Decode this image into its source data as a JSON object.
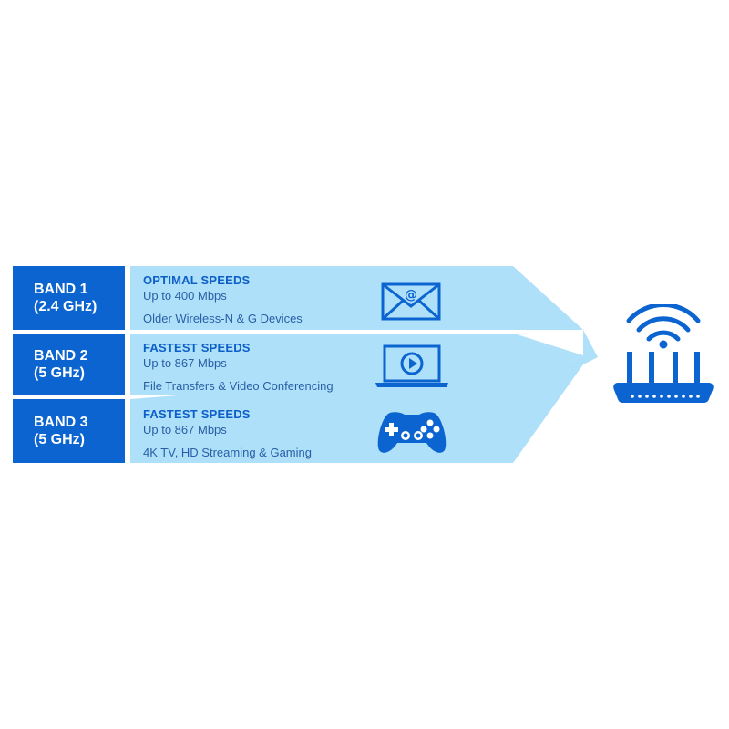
{
  "bands": [
    {
      "label_line1": "BAND 1",
      "label_line2": "(2.4 GHz)",
      "title": "OPTIMAL SPEEDS",
      "speed": "Up to 400 Mbps",
      "use": "Older Wireless-N & G Devices",
      "icon": "email-envelope-icon"
    },
    {
      "label_line1": "BAND 2",
      "label_line2": "(5 GHz)",
      "title": "FASTEST SPEEDS",
      "speed": "Up to 867 Mbps",
      "use": "File Transfers & Video Conferencing",
      "icon": "laptop-video-icon"
    },
    {
      "label_line1": "BAND 3",
      "label_line2": "(5 GHz)",
      "title": "FASTEST SPEEDS",
      "speed": "Up to 867 Mbps",
      "use": "4K TV, HD Streaming & Gaming",
      "icon": "game-controller-icon"
    }
  ],
  "router_icon": "wifi-router-icon",
  "colors": {
    "band_label_bg": "#0b64d0",
    "arrow_fill": "#aee0fa",
    "icon_blue": "#0b64d0"
  }
}
